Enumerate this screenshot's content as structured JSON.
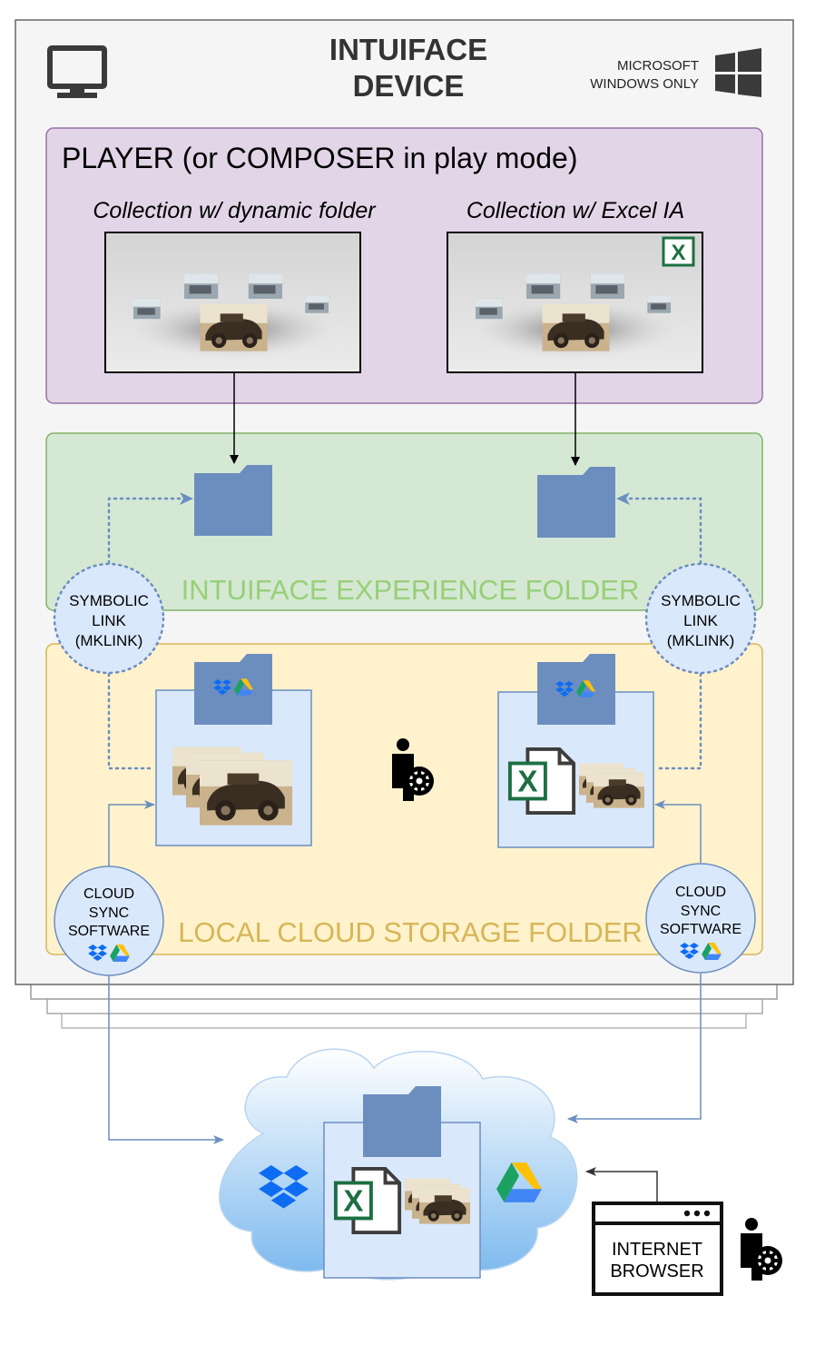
{
  "device": {
    "title_line1": "INTUIFACE",
    "title_line2": "DEVICE",
    "os_note_line1": "MICROSOFT",
    "os_note_line2": "WINDOWS ONLY"
  },
  "player": {
    "title": "PLAYER (or COMPOSER in play mode)",
    "collection_left": "Collection w/ dynamic folder",
    "collection_right": "Collection w/ Excel IA"
  },
  "experience_folder": {
    "label": "INTUIFACE EXPERIENCE FOLDER"
  },
  "local_storage": {
    "label": "LOCAL CLOUD STORAGE FOLDER"
  },
  "symlink": {
    "line1": "SYMBOLIC",
    "line2": "LINK",
    "line3": "(MKLINK)"
  },
  "cloud_sync": {
    "line1": "CLOUD",
    "line2": "SYNC",
    "line3": "SOFTWARE"
  },
  "browser": {
    "line1": "INTERNET",
    "line2": "BROWSER"
  },
  "excel_badge": "X",
  "colors": {
    "device_bg": "#f5f5f5",
    "player_bg": "#e1d5e7",
    "player_border": "#9673a6",
    "experience_bg": "#d5e8d4",
    "experience_border": "#82b366",
    "experience_text": "#97d077",
    "storage_bg": "#fff2cc",
    "storage_border": "#d6b656",
    "storage_text": "#d6b656",
    "folder": "#6c8ebf",
    "panel": "#dae8fc",
    "link": "#6c8ebf",
    "excel": "#1d6f42",
    "cloud_top": "#ffffff",
    "cloud_bottom": "#7ab8ee"
  }
}
